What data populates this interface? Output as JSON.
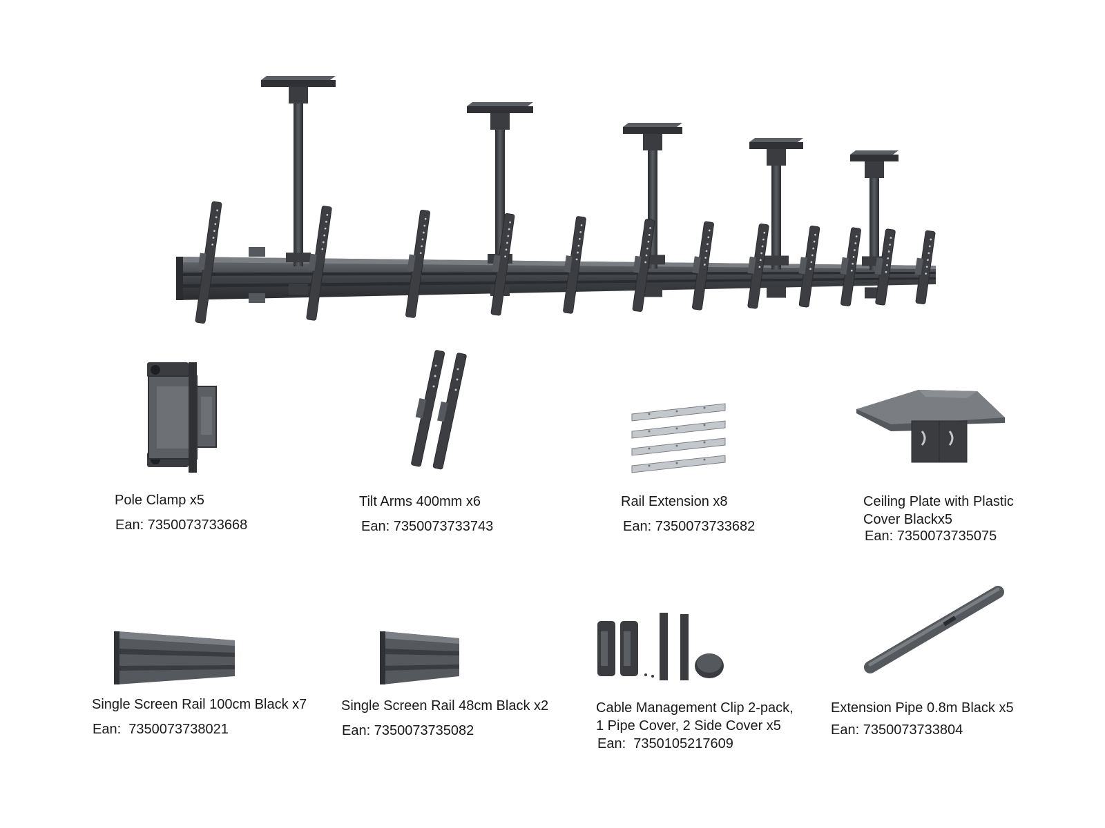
{
  "colors": {
    "metal_dark": "#2f3134",
    "metal_mid": "#55585d",
    "metal_light": "#8a8d92",
    "silver": "#c4c7cc",
    "text": "#1a1a1a"
  },
  "hero": {
    "icon": "ceiling-mounted-menu-board-rail-icon"
  },
  "parts": [
    {
      "title": "Pole Clamp x5",
      "ean": "Ean: 7350073733668",
      "icon": "pole-clamp-icon"
    },
    {
      "title": "Tilt Arms 400mm x6",
      "ean": "Ean: 7350073733743",
      "icon": "tilt-arms-icon"
    },
    {
      "title": "Rail Extension x8",
      "ean": "Ean: 7350073733682",
      "icon": "rail-extension-icon"
    },
    {
      "title_line1": "Ceiling Plate with Plastic",
      "title_line2": "Cover Blackx5",
      "ean": "Ean: 7350073735075",
      "icon": "ceiling-plate-icon"
    },
    {
      "title": "Single Screen Rail 100cm Black x7",
      "ean": "Ean:  7350073738021",
      "icon": "screen-rail-100cm-icon"
    },
    {
      "title": "Single Screen Rail 48cm Black x2",
      "ean": "Ean: 7350073735082",
      "icon": "screen-rail-48cm-icon"
    },
    {
      "title_line1": "Cable Management Clip 2-pack,",
      "title_line2": "1 Pipe Cover, 2 Side Cover x5",
      "ean": "Ean:  7350105217609",
      "icon": "cable-management-clip-icon"
    },
    {
      "title": "Extension Pipe 0.8m Black x5",
      "ean": "Ean: 7350073733804",
      "icon": "extension-pipe-icon"
    }
  ]
}
